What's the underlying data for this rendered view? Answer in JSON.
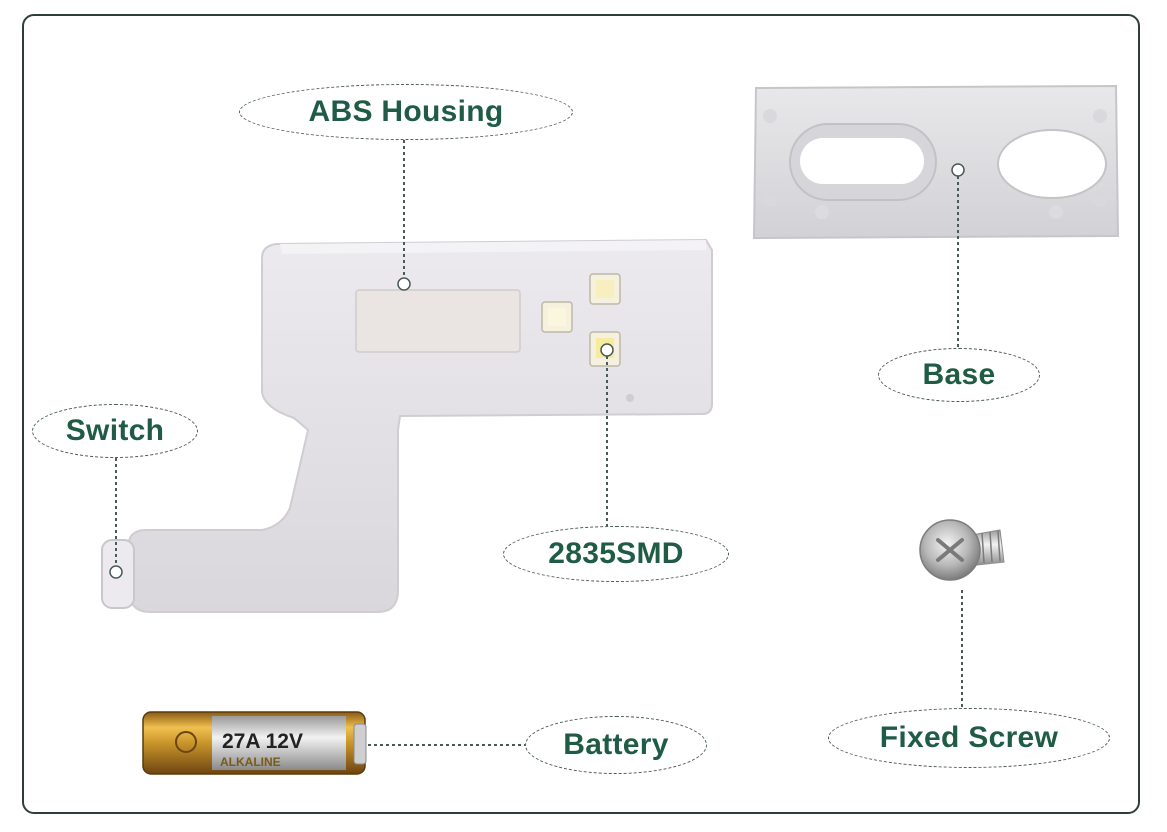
{
  "labels": {
    "abs_housing": "ABS Housing",
    "base": "Base",
    "switch": "Switch",
    "smd": "2835SMD",
    "battery": "Battery",
    "fixed_screw": "Fixed Screw"
  },
  "battery_print": {
    "model": "27A 12V",
    "type": "ALKALINE"
  },
  "colors": {
    "label_text": "#1f5b45",
    "frame": "#2d3e3b",
    "housing": "#e4e2e6",
    "battery_gold": "#c8952b"
  }
}
